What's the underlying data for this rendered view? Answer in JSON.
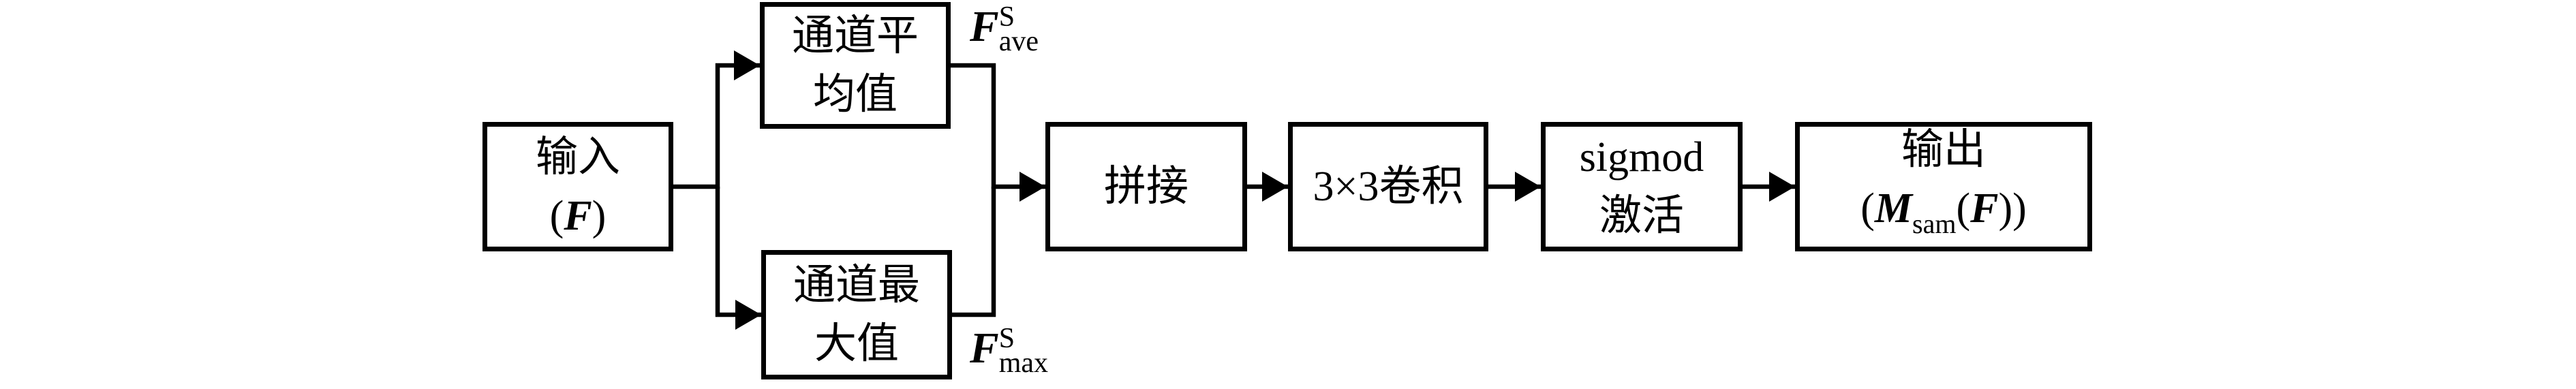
{
  "colors": {
    "background": "#ffffff",
    "stroke": "#000000",
    "text": "#000000"
  },
  "nodes": {
    "input": {
      "line1": "输入",
      "formula": {
        "open": "(",
        "f": "F",
        "close": ")"
      }
    },
    "channel_average": {
      "line1": "通道平",
      "line2": "均值"
    },
    "channel_max": {
      "line1": "通道最",
      "line2": "大值"
    },
    "concat": {
      "line1": "拼接"
    },
    "conv": {
      "line1": "3×3卷积"
    },
    "sigmoid": {
      "line1": "sigmod",
      "line2": "激活"
    },
    "output": {
      "line1": "输出",
      "formula": {
        "open": "(",
        "m": "M",
        "sub": "sam",
        "open2": "(",
        "f": "F",
        "close": "))"
      }
    }
  },
  "edge_labels": {
    "ave": {
      "base": "F",
      "sup": "S",
      "sub": "ave"
    },
    "max": {
      "base": "F",
      "sup": "S",
      "sub": "max"
    }
  }
}
